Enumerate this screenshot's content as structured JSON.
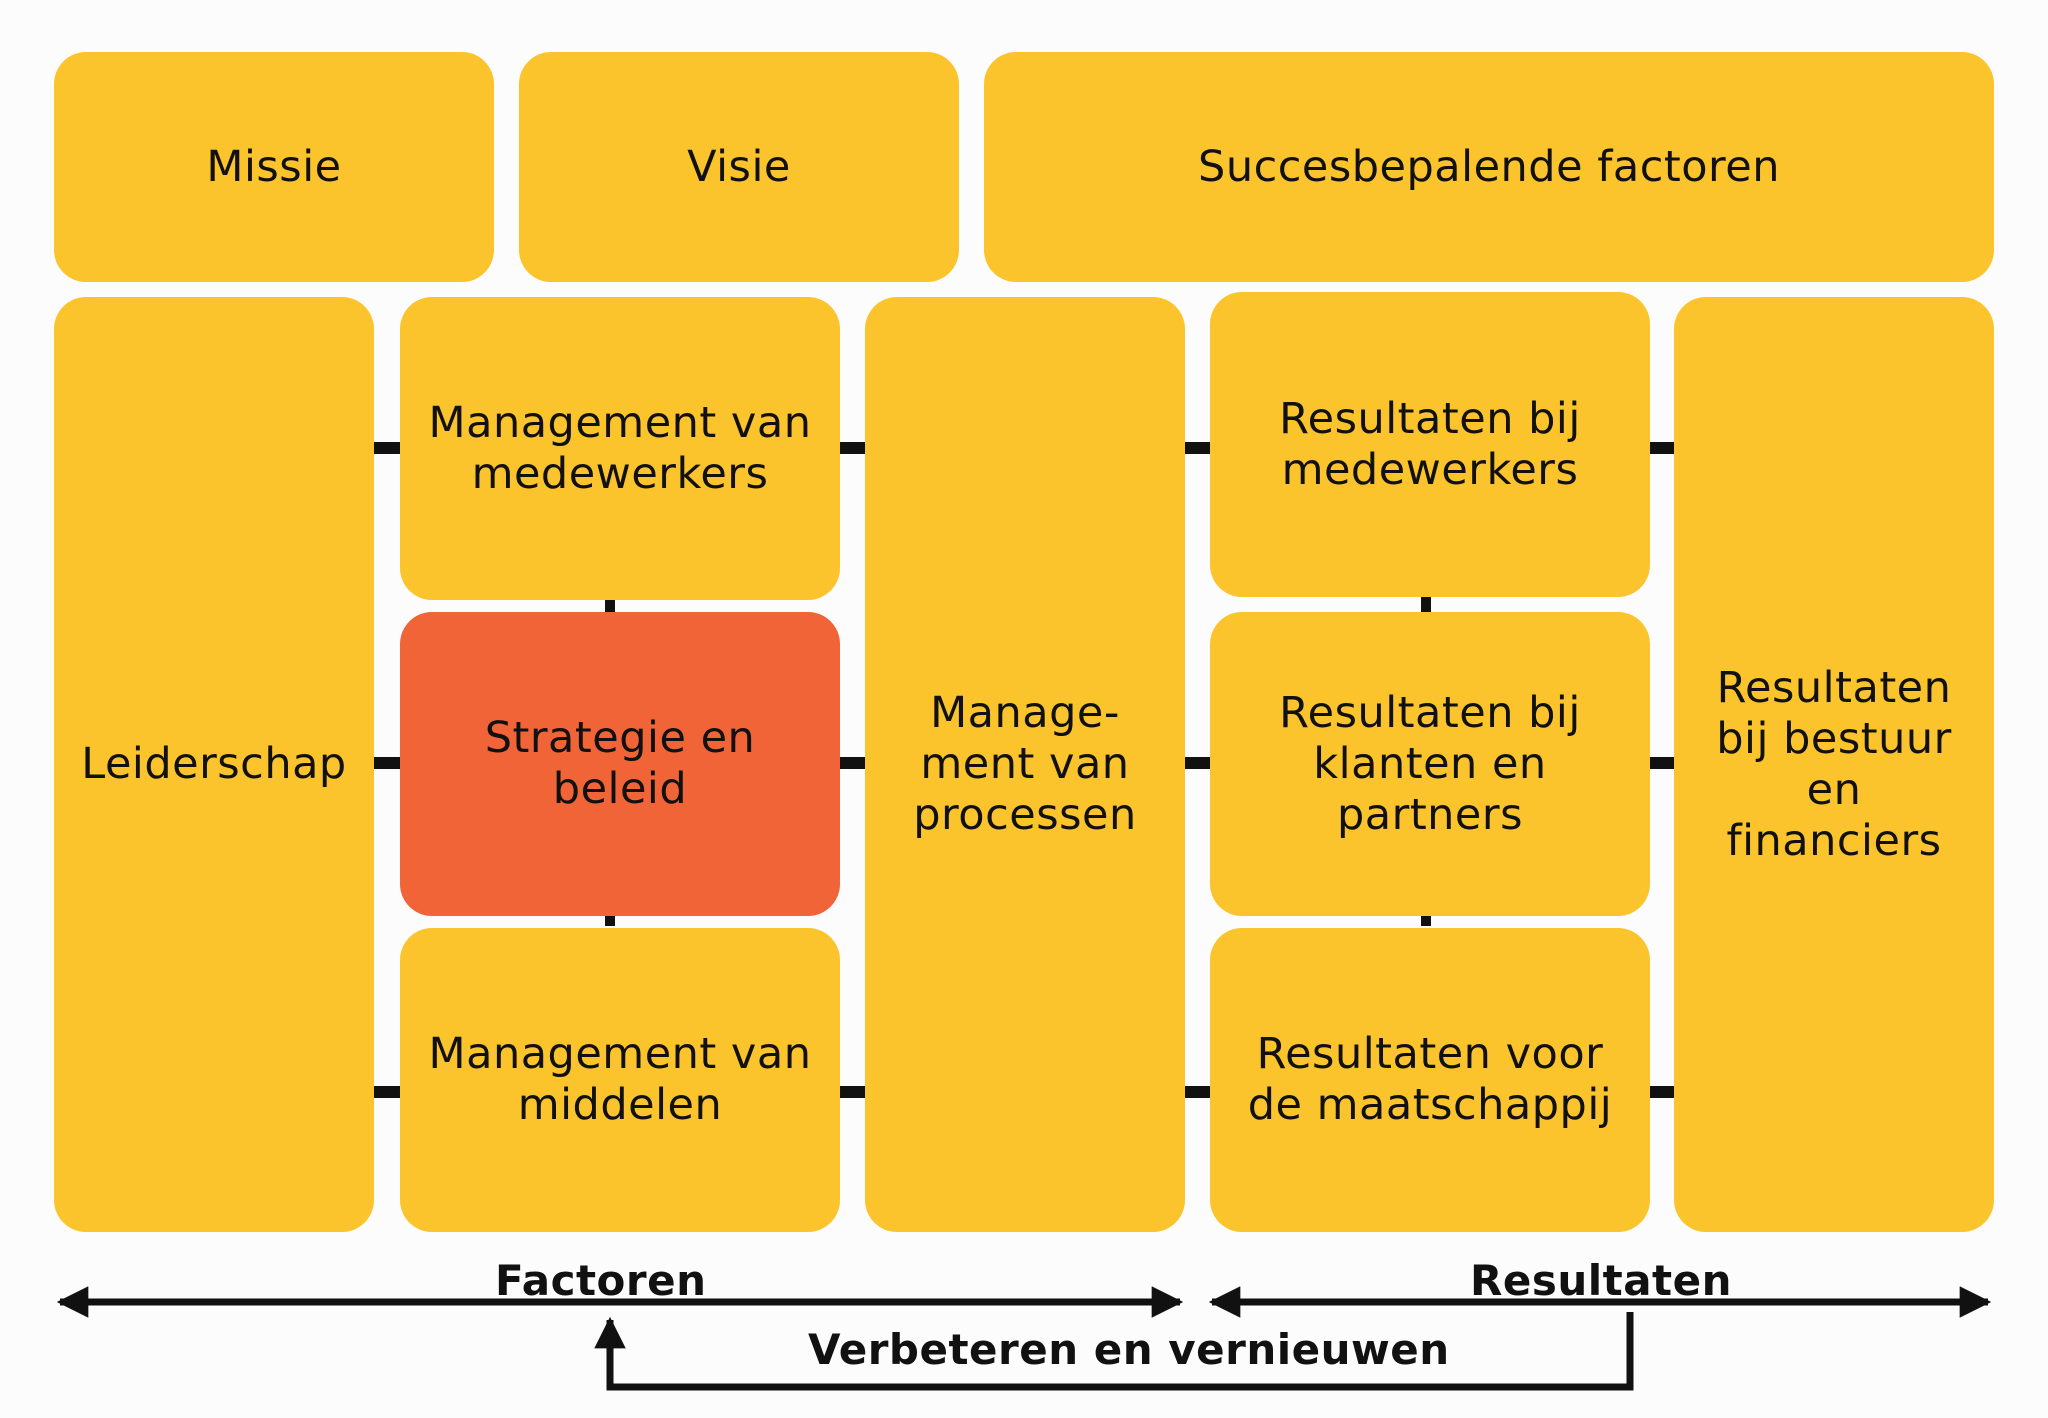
{
  "colors": {
    "box": "#FCC42C",
    "highlight": "#F06437",
    "text": "#111111",
    "line": "#111111"
  },
  "top_row": {
    "missie": "Missie",
    "visie": "Visie",
    "succes": "Succesbepalende factoren"
  },
  "boxes": {
    "leiderschap": [
      "Leiderschap"
    ],
    "mgmt_medewerkers": [
      "Management van",
      "medewerkers"
    ],
    "strategie": [
      "Strategie en",
      "beleid"
    ],
    "mgmt_middelen": [
      "Management van",
      "middelen"
    ],
    "mgmt_processen": [
      "Manage-",
      "ment van",
      "processen"
    ],
    "res_medewerkers": [
      "Resultaten bij",
      "medewerkers"
    ],
    "res_klanten": [
      "Resultaten bij",
      "klanten en",
      "partners"
    ],
    "res_maatschappij": [
      "Resultaten voor",
      "de maatschappij"
    ],
    "res_bestuur": [
      "Resultaten",
      "bij bestuur",
      "en",
      "financiers"
    ]
  },
  "bottom": {
    "factoren": "Factoren",
    "resultaten": "Resultaten",
    "verbeteren": "Verbeteren en vernieuwen"
  }
}
